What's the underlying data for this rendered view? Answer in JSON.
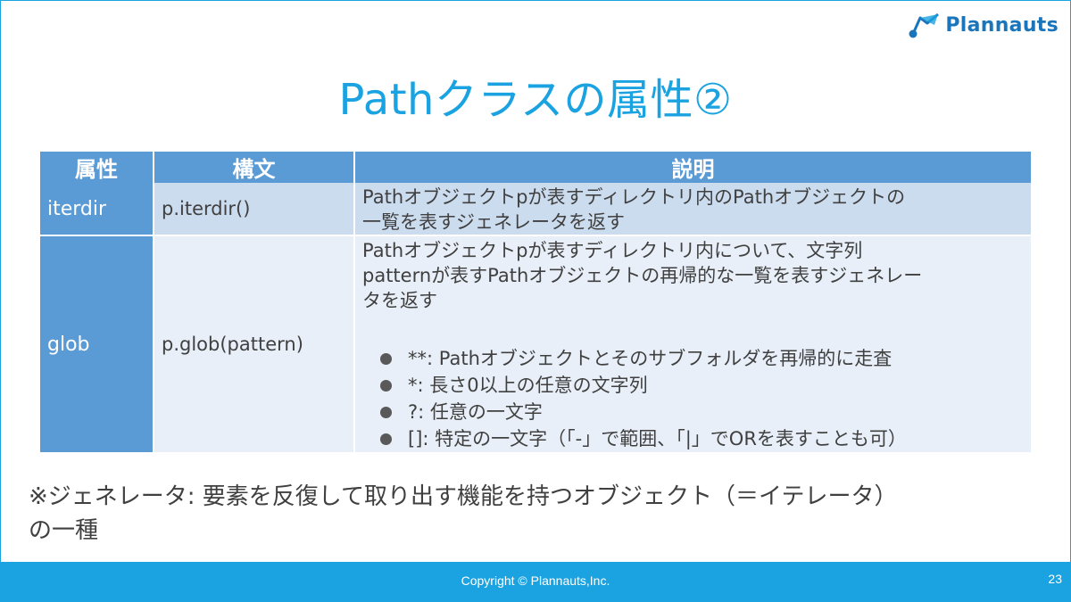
{
  "logo": {
    "text": "Plannauts"
  },
  "title": "Pathクラスの属性②",
  "table": {
    "headers": [
      "属性",
      "構文",
      "説明"
    ],
    "rows": [
      {
        "attr": "iterdir",
        "syntax": "p.iterdir()",
        "desc_lines": [
          "Pathオブジェクトpが表すディレクトリ内のPathオブジェクトの",
          "一覧を表すジェネレータを返す"
        ]
      },
      {
        "attr": "glob",
        "syntax": "p.glob(pattern)",
        "desc_lines": [
          "Pathオブジェクトpが表すディレクトリ内について、文字列",
          "patternが表すPathオブジェクトの再帰的な一覧を表すジェネレー",
          "タを返す"
        ],
        "bullets": [
          "**: Pathオブジェクトとそのサブフォルダを再帰的に走査",
          "*: 長さ0以上の任意の文字列",
          "?: 任意の一文字",
          "[]: 特定の一文字（「-」で範囲、「|」でORを表すことも可）"
        ]
      }
    ]
  },
  "note": {
    "line1": "※ジェネレータ: 要素を反復して取り出す機能を持つオブジェクト（＝イテレータ）",
    "line2": "の一種"
  },
  "footer": {
    "copyright": "Copyright © Plannauts,Inc.",
    "page": "23"
  },
  "colors": {
    "accent": "#1aa3e0",
    "header_bg": "#5b9bd5",
    "row_a": "#ccdcef",
    "row_b": "#e8eff8"
  }
}
